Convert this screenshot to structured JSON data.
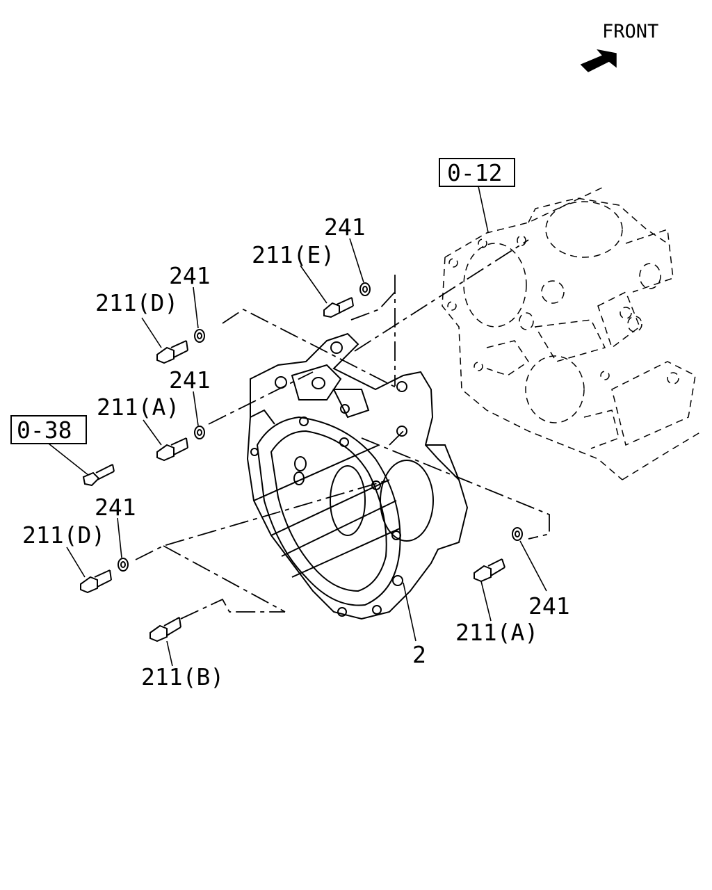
{
  "front": {
    "label": "FRONT",
    "arrow_icon": "front-direction-arrow-icon"
  },
  "references": [
    {
      "id": "ref-0-12",
      "text": "0-12"
    },
    {
      "id": "ref-0-38",
      "text": "0-38"
    }
  ],
  "callouts": [
    {
      "id": "label-241-top",
      "text": "241"
    },
    {
      "id": "label-211e",
      "text": "211(E)"
    },
    {
      "id": "label-241-upper-left",
      "text": "241"
    },
    {
      "id": "label-211d-upper",
      "text": "211(D)"
    },
    {
      "id": "label-241-mid-left",
      "text": "241"
    },
    {
      "id": "label-211a-left",
      "text": "211(A)"
    },
    {
      "id": "label-241-lower-left",
      "text": "241"
    },
    {
      "id": "label-211d-lower",
      "text": "211(D)"
    },
    {
      "id": "label-211b",
      "text": "211(B)"
    },
    {
      "id": "label-2",
      "text": "2"
    },
    {
      "id": "label-211a-right",
      "text": "211(A)"
    },
    {
      "id": "label-241-right",
      "text": "241"
    }
  ],
  "parts": {
    "engine_block": "cylinder-block-icon",
    "flywheel_housing": "flywheel-housing-icon",
    "bolt": "bolt-icon",
    "washer": "washer-icon"
  }
}
